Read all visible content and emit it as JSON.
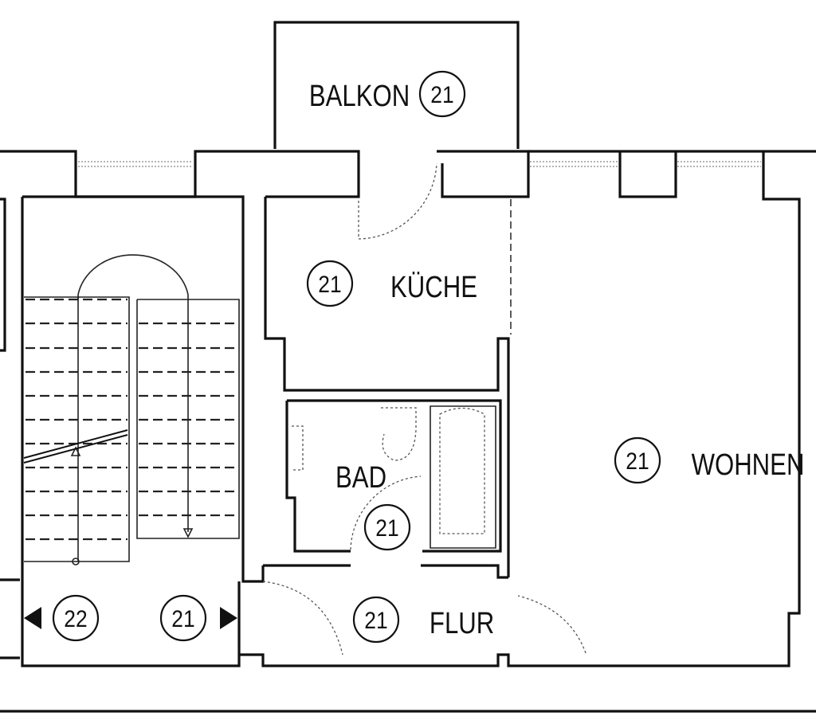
{
  "rooms": {
    "balkon": {
      "label": "BALKON",
      "number": "21"
    },
    "kueche": {
      "label": "KÜCHE",
      "number": "21"
    },
    "bad": {
      "label": "BAD",
      "number": "21"
    },
    "wohnen": {
      "label": "WOHNEN",
      "number": "21"
    },
    "flur": {
      "label": "FLUR",
      "number": "21"
    }
  },
  "stairwell": {
    "left_unit": "22",
    "right_unit": "21"
  }
}
